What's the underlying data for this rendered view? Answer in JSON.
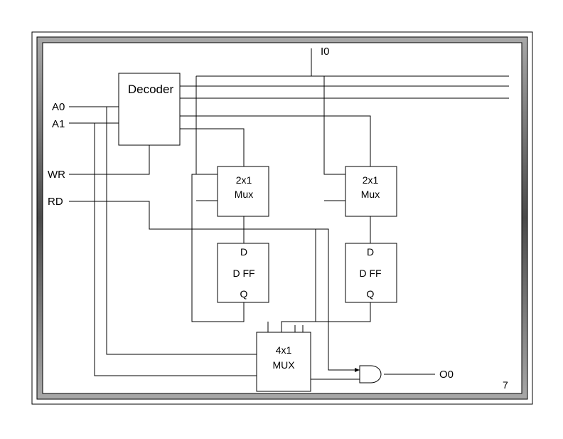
{
  "slide": {
    "page_number": "7"
  },
  "inputs": {
    "a0": "A0",
    "a1": "A1",
    "wr": "WR",
    "rd": "RD",
    "i0": "I0"
  },
  "outputs": {
    "o0": "O0"
  },
  "blocks": {
    "decoder": "Decoder",
    "mux_left": {
      "line1": "2x1",
      "line2": "Mux"
    },
    "mux_right": {
      "line1": "2x1",
      "line2": "Mux"
    },
    "dff_left": {
      "d": "D",
      "name": "D FF",
      "q": "Q"
    },
    "dff_right": {
      "d": "D",
      "name": "D FF",
      "q": "Q"
    },
    "mux4": {
      "line1": "4x1",
      "line2": "MUX"
    }
  }
}
